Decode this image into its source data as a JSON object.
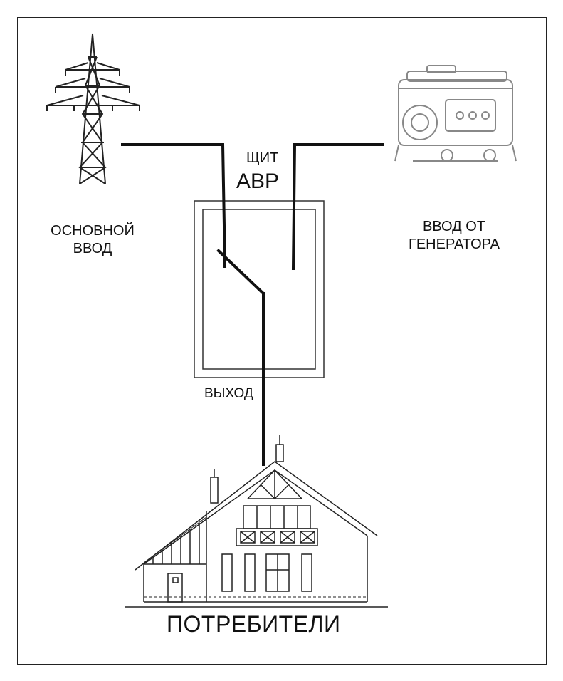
{
  "labels": {
    "main_input": [
      "ОСНОВНОЙ",
      "ВВОД"
    ],
    "generator_input": [
      "ВВОД ОТ",
      "ГЕНЕРАТОРА"
    ],
    "panel_top": "ЩИТ",
    "panel_name": "АВР",
    "output": "ВЫХОД",
    "consumers": "ПОТРЕБИТЕЛИ"
  },
  "icons": {
    "power_line": "transmission-tower-icon",
    "generator": "generator-icon",
    "house": "house-icon"
  },
  "colors": {
    "line": "#111111",
    "outline": "#333333",
    "generator_tint": "#888888"
  }
}
